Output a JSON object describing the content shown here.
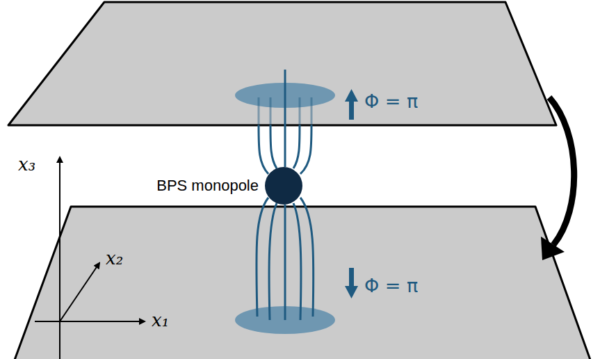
{
  "diagram": {
    "nodes": [
      {
        "text": [
          "BPS monopole"
        ]
      }
    ],
    "labels": [
      "x₃",
      "x₂",
      "x₁",
      "Φ = π",
      "Φ = π"
    ]
  }
}
